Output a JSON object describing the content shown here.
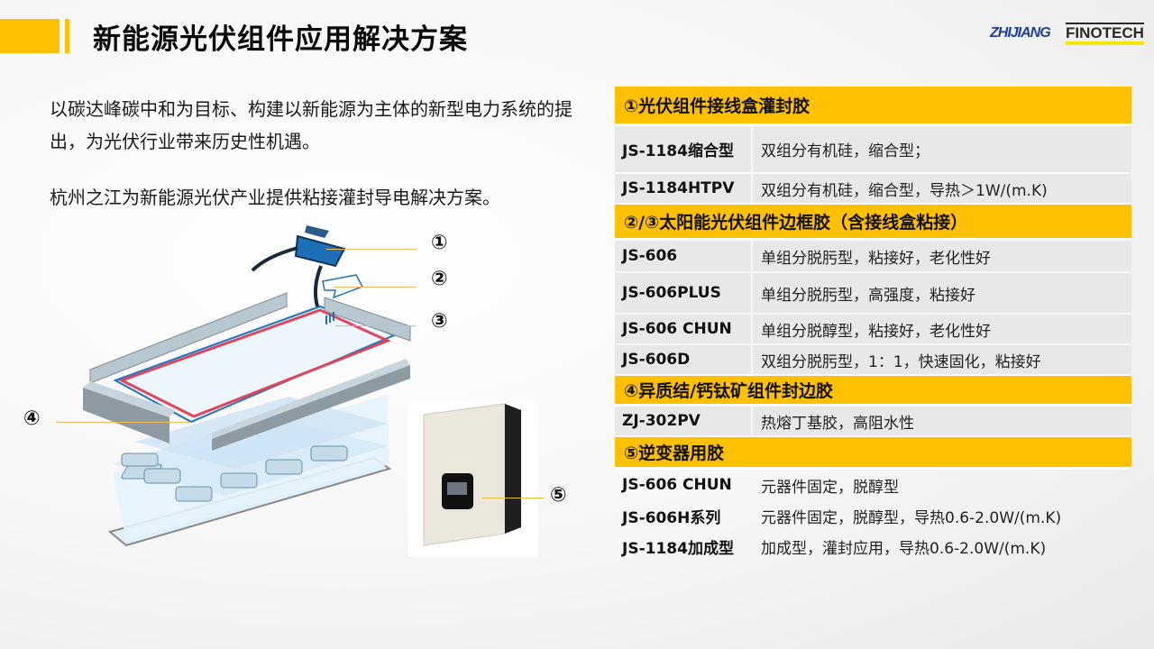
{
  "header": {
    "title": "新能源光伏组件应用解决方案",
    "logos": {
      "zhijiang": "ZHIJIANG",
      "finotech": "FINOTECH"
    },
    "accent_color": "#FFC000"
  },
  "intro": {
    "paragraph1": "以碳达峰碳中和为目标、构建以新能源为主体的新型电力系统的提出，为光伏行业带来历史性机遇。",
    "paragraph2": "杭州之江为新能源光伏产业提供粘接灌封导电解决方案。"
  },
  "diagram": {
    "callouts": [
      "①",
      "②",
      "③",
      "④",
      "⑤"
    ]
  },
  "table": {
    "sections": [
      {
        "title": "①光伏组件接线盒灌封胶",
        "rows": [
          {
            "code": "JS-1184缩合型",
            "desc": "双组分有机硅，缩合型；"
          },
          {
            "code": "JS-1184HTPV",
            "desc": "双组分有机硅，缩合型，导热＞1W/(m.K)"
          }
        ]
      },
      {
        "title": "②/③太阳能光伏组件边框胶（含接线盒粘接）",
        "rows": [
          {
            "code": "JS-606",
            "desc": "单组分脱肟型，粘接好，老化性好"
          },
          {
            "code": "JS-606PLUS",
            "desc": "单组分脱肟型，高强度，粘接好"
          },
          {
            "code": "JS-606 CHUN",
            "desc": "单组分脱醇型，粘接好，老化性好"
          },
          {
            "code": "JS-606D",
            "desc": "双组分脱肟型，1：1，快速固化，粘接好"
          }
        ]
      },
      {
        "title": "④异质结/钙钛矿组件封边胶",
        "rows": [
          {
            "code": "ZJ-302PV",
            "desc": "热熔丁基胶，高阻水性"
          }
        ]
      },
      {
        "title": "⑤逆变器用胶",
        "rows": [
          {
            "code": "JS-606 CHUN",
            "desc": "元器件固定，脱醇型"
          },
          {
            "code": "JS-606H系列",
            "desc": "元器件固定，脱醇型，导热0.6-2.0W/(m.K)"
          },
          {
            "code": "JS-1184加成型",
            "desc": "加成型，灌封应用，导热0.6-2.0W/(m.K)"
          }
        ]
      }
    ]
  }
}
